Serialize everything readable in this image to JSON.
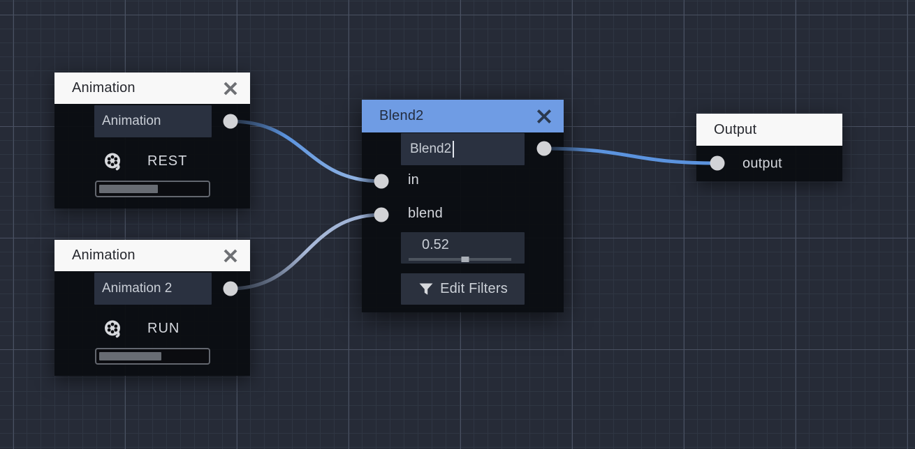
{
  "canvas": {
    "bg_color": "#262b37",
    "grid_minor_color": "#2f3643",
    "grid_major_color": "#4a5162",
    "wire_color": "#5b93de",
    "port_color": "#d2d3d6"
  },
  "icons": {
    "close": "x-cross",
    "animation": "film-reel",
    "filter": "funnel"
  },
  "nodes": {
    "animation1": {
      "title": "Animation",
      "animation_field_value": "Animation",
      "pose_label": "REST",
      "progress_pct": 52
    },
    "animation2": {
      "title": "Animation",
      "animation_field_value": "Animation 2",
      "pose_label": "RUN",
      "progress_pct": 55
    },
    "blend2": {
      "title": "Blend2",
      "header_color": "#6f9ce4",
      "name_field_value": "Blend2",
      "input_port_1_label": "in",
      "input_port_2_label": "blend",
      "blend_value": "0.52",
      "slider_pct": 55,
      "edit_filters_label": "Edit Filters"
    },
    "output": {
      "title": "Output",
      "port_label": "output"
    }
  }
}
